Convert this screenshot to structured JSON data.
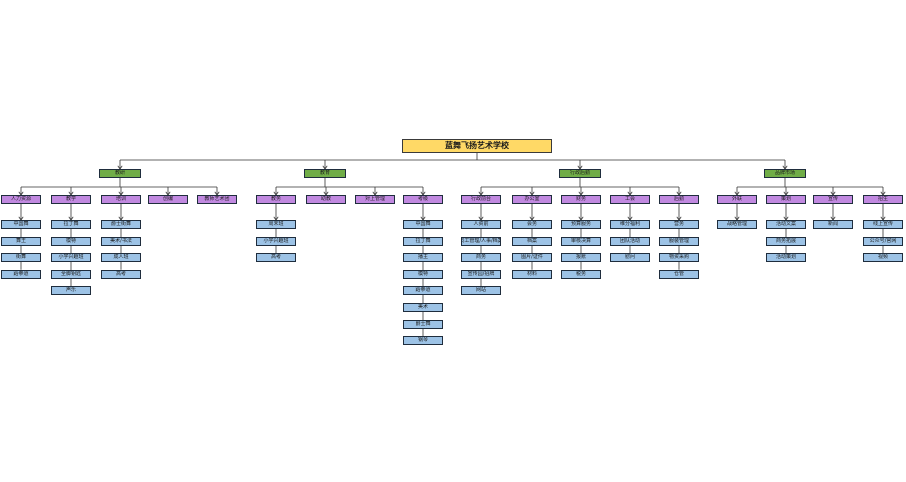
{
  "org": {
    "name": "蓝舞飞扬艺术学校",
    "children": [
      {
        "name": "教研",
        "children": [
          {
            "name": "人力资源",
            "children": [
              {
                "name": "中国舞"
              },
              {
                "name": "舞王"
              },
              {
                "name": "街舞"
              },
              {
                "name": "跆拳道"
              }
            ]
          },
          {
            "name": "教学",
            "children": [
              {
                "name": "拉丁舞"
              },
              {
                "name": "模特"
              },
              {
                "name": "小学兴趣班"
              },
              {
                "name": "全脚钥匙"
              },
              {
                "name": "声乐"
              }
            ]
          },
          {
            "name": "培训",
            "children": [
              {
                "name": "爵士街舞"
              },
              {
                "name": "美术/书法"
              },
              {
                "name": "成人班"
              },
              {
                "name": "高考"
              }
            ]
          },
          {
            "name": "创编",
            "children": []
          },
          {
            "name": "教师艺术团",
            "children": []
          }
        ]
      },
      {
        "name": "教育",
        "children": [
          {
            "name": "教务",
            "children": [
              {
                "name": "周末班"
              },
              {
                "name": "小学兴趣班"
              },
              {
                "name": "高考"
              }
            ]
          },
          {
            "name": "助教",
            "children": []
          },
          {
            "name": "对上管理",
            "children": []
          },
          {
            "name": "考级",
            "children": [
              {
                "name": "中国舞"
              },
              {
                "name": "拉丁舞"
              },
              {
                "name": "播主"
              },
              {
                "name": "模特"
              },
              {
                "name": "跆拳道"
              },
              {
                "name": "美术"
              },
              {
                "name": "爵士舞"
              },
              {
                "name": "钢琴"
              }
            ]
          }
        ]
      },
      {
        "name": "行政后勤",
        "children": [
          {
            "name": "行政前台",
            "children": [
              {
                "name": "人资前"
              },
              {
                "name": "员工管理/人事/档案"
              },
              {
                "name": "商务"
              },
              {
                "name": "宣传园/招牌"
              },
              {
                "name": "网站"
              }
            ]
          },
          {
            "name": "办公室",
            "children": [
              {
                "name": "会务"
              },
              {
                "name": "档案"
              },
              {
                "name": "图片/证件"
              },
              {
                "name": "材料"
              }
            ]
          },
          {
            "name": "财务",
            "children": [
              {
                "name": "预算服务"
              },
              {
                "name": "审核决算"
              },
              {
                "name": "报账"
              },
              {
                "name": "税务"
              }
            ]
          },
          {
            "name": "工会",
            "children": [
              {
                "name": "维分福利"
              },
              {
                "name": "团队活动"
              },
              {
                "name": "慰问"
              }
            ]
          },
          {
            "name": "后勤",
            "children": [
              {
                "name": "营务"
              },
              {
                "name": "服装管理"
              },
              {
                "name": "物资采购"
              },
              {
                "name": "仓管"
              }
            ]
          }
        ]
      },
      {
        "name": "品牌市场",
        "children": [
          {
            "name": "外联",
            "children": [
              {
                "name": "战略管理"
              }
            ]
          },
          {
            "name": "策划",
            "children": [
              {
                "name": "活动文案"
              },
              {
                "name": "商务拓展"
              },
              {
                "name": "活动策划"
              }
            ]
          },
          {
            "name": "宣传",
            "children": [
              {
                "name": "新闻"
              }
            ]
          },
          {
            "name": "招生",
            "children": [
              {
                "name": "线上宣传"
              },
              {
                "name": "公众号/官网"
              },
              {
                "name": "视频"
              }
            ]
          }
        ]
      }
    ]
  }
}
